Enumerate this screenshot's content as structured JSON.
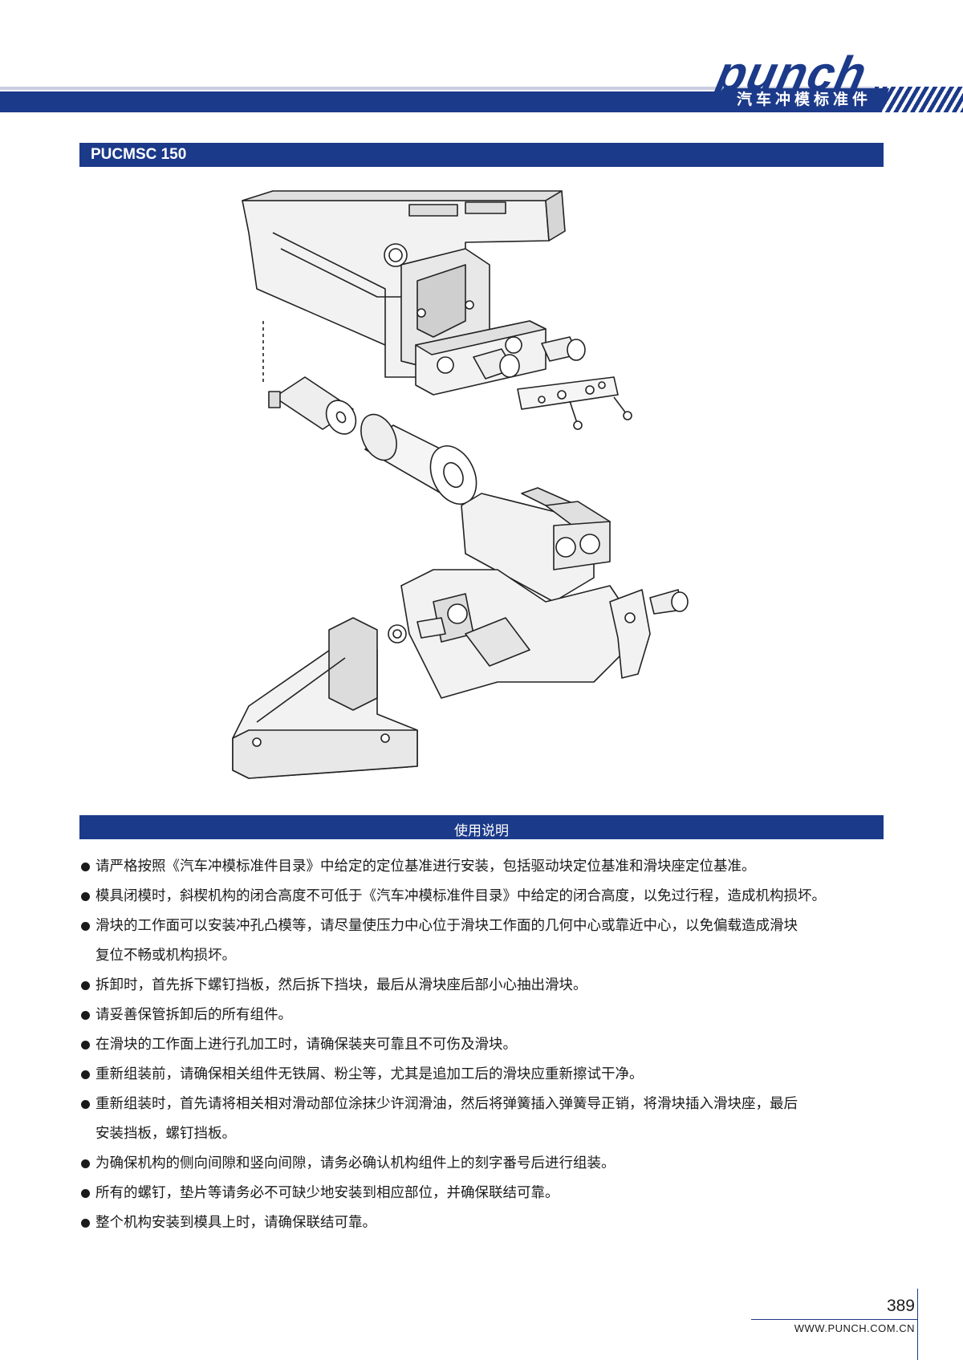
{
  "header": {
    "logo_word": "punch",
    "logo_subtitle": "汽车冲模标准件",
    "brand_color": "#1c3a8a"
  },
  "product": {
    "code": "PUCMSC 150"
  },
  "instructions": {
    "title": "使用说明",
    "items": [
      {
        "text": "请严格按照《汽车冲模标准件目录》中给定的定位基准进行安装，包括驱动块定位基准和滑块座定位基准。",
        "cont": ""
      },
      {
        "text": "模具闭模时，斜楔机构的闭合高度不可低于《汽车冲模标准件目录》中给定的闭合高度，以免过行程，造成机构损坏。",
        "cont": ""
      },
      {
        "text": "滑块的工作面可以安装冲孔凸模等，请尽量使压力中心位于滑块工作面的几何中心或靠近中心，以免偏载造成滑块",
        "cont": "复位不畅或机构损坏。"
      },
      {
        "text": "拆卸时，首先拆下螺钉挡板，然后拆下挡块，最后从滑块座后部小心抽出滑块。",
        "cont": ""
      },
      {
        "text": "请妥善保管拆卸后的所有组件。",
        "cont": ""
      },
      {
        "text": "在滑块的工作面上进行孔加工时，请确保装夹可靠且不可伤及滑块。",
        "cont": ""
      },
      {
        "text": "重新组装前，请确保相关组件无铁屑、粉尘等，尤其是追加工后的滑块应重新擦试干净。",
        "cont": ""
      },
      {
        "text": "重新组装时，首先请将相关相对滑动部位涂抹少许润滑油，然后将弹簧插入弹簧导正销，将滑块插入滑块座，最后",
        "cont": "安装挡板，螺钉挡板。"
      },
      {
        "text": "为确保机构的侧向间隙和竖向间隙，请务必确认机构组件上的刻字番号后进行组装。",
        "cont": ""
      },
      {
        "text": "所有的螺钉，垫片等请务必不可缺少地安装到相应部位，并确保联结可靠。",
        "cont": ""
      },
      {
        "text": "整个机构安装到模具上时，请确保联结可靠。",
        "cont": ""
      }
    ]
  },
  "footer": {
    "page_number": "389",
    "website": "WWW.PUNCH.COM.CN"
  }
}
